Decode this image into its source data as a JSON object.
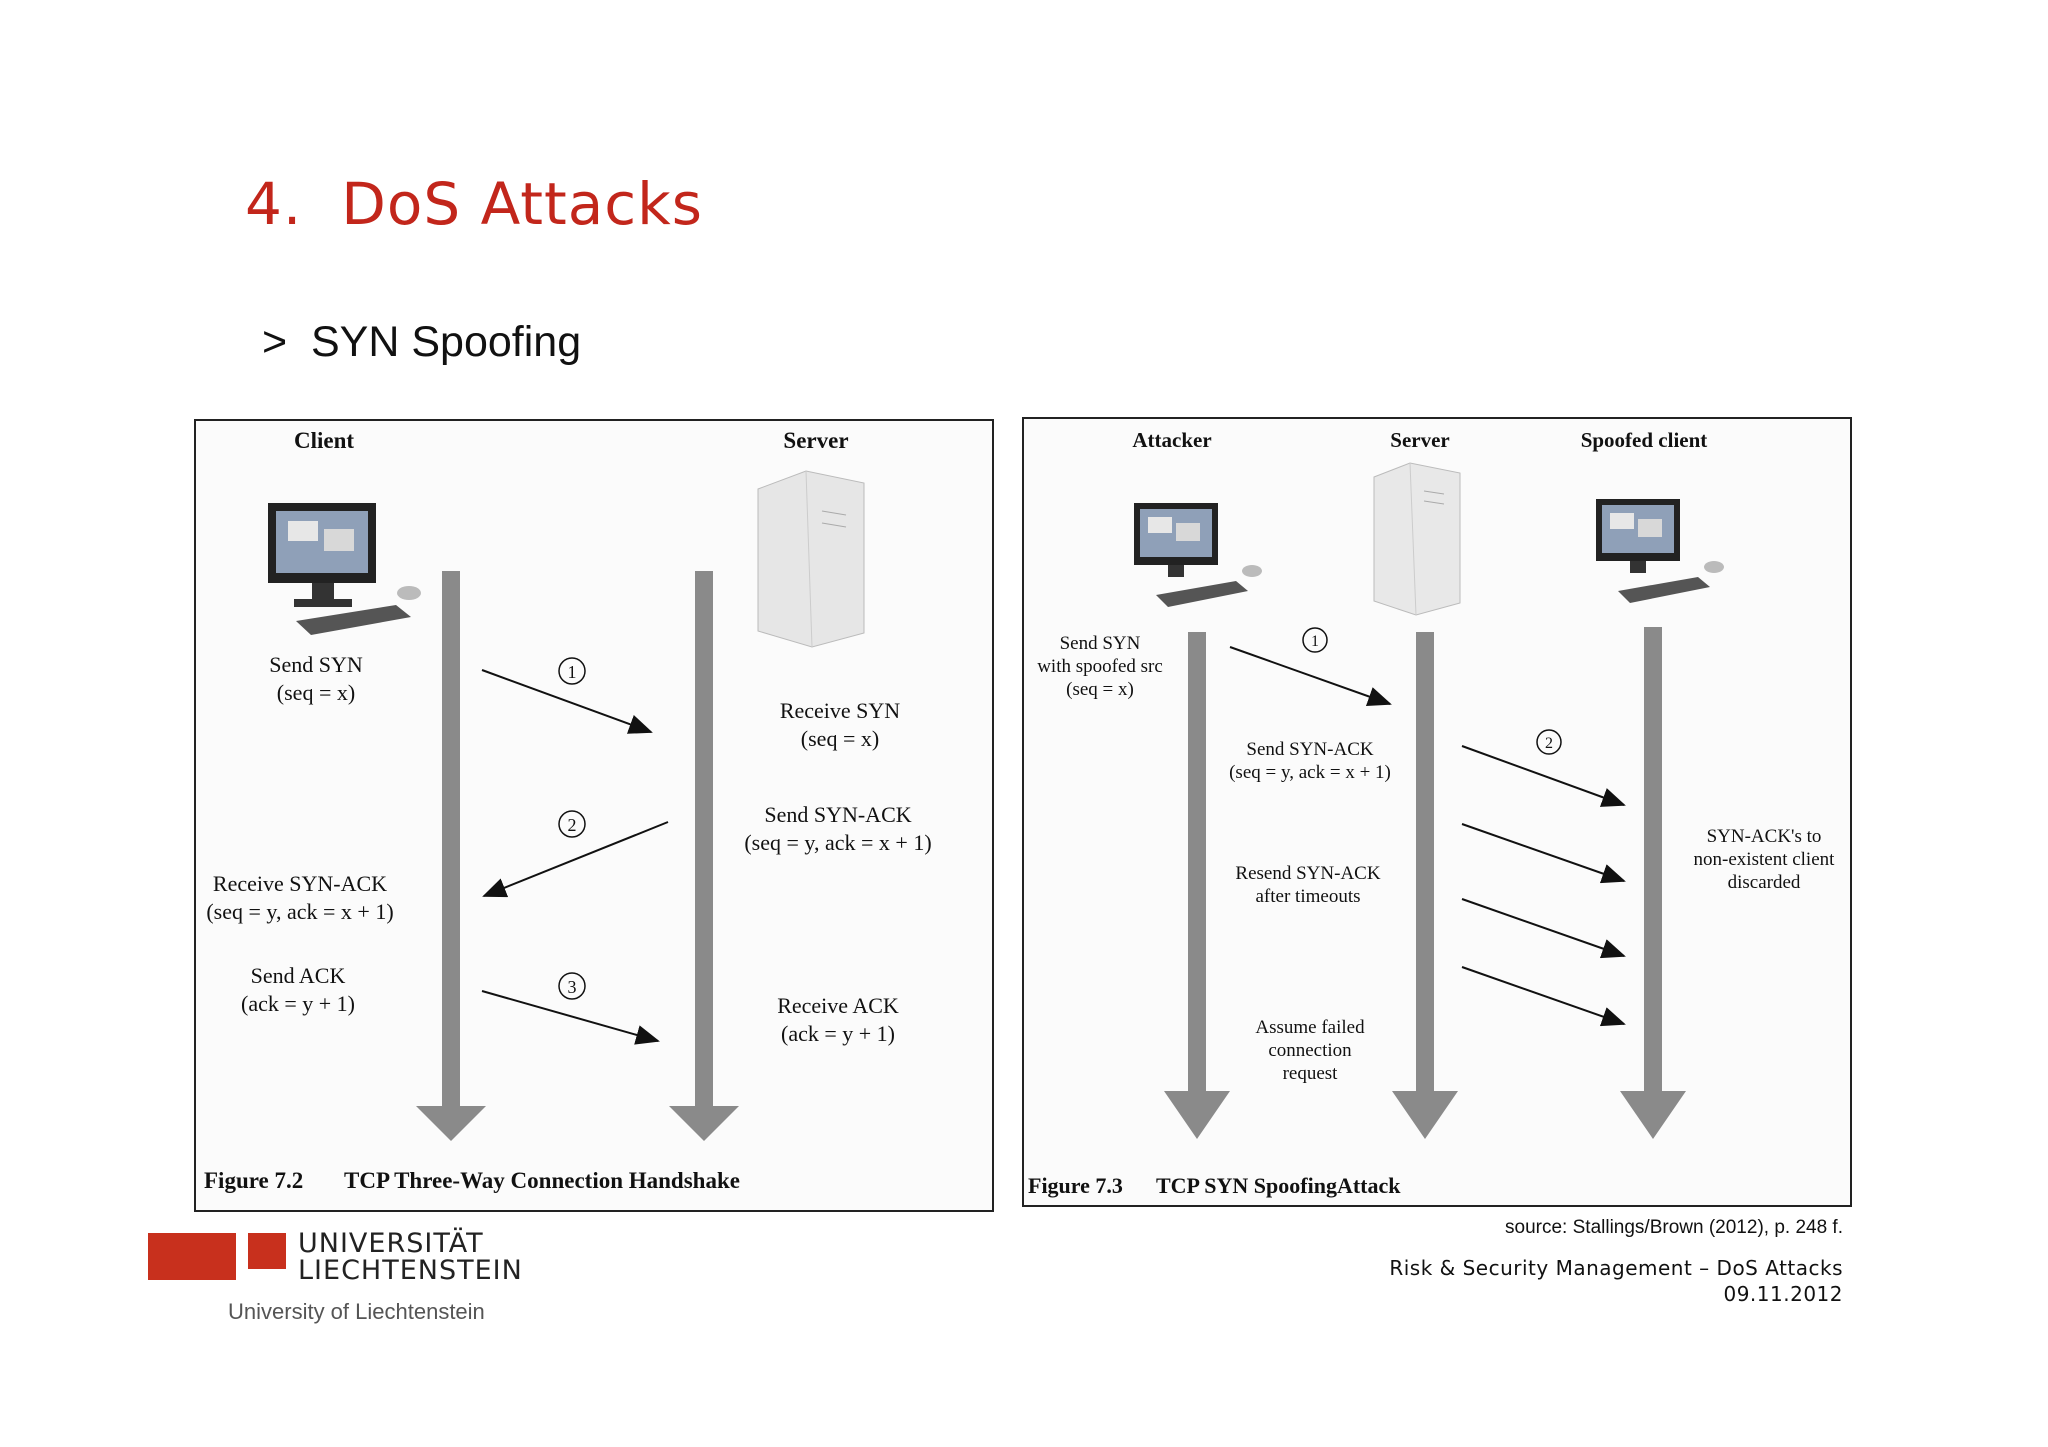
{
  "slide": {
    "title": "4.  DoS Attacks",
    "bullet": ">  SYN Spoofing"
  },
  "figure_left": {
    "client_label": "Client",
    "server_label": "Server",
    "caption_number": "Figure 7.2",
    "caption_title": "TCP Three-Way Connection Handshake",
    "steps": [
      {
        "num": "1",
        "left_line1": "Send SYN",
        "left_line2": "(seq = x)",
        "right_line1": "Receive SYN",
        "right_line2": "(seq = x)"
      },
      {
        "num": "2",
        "left_line1": "Receive SYN-ACK",
        "left_line2": "(seq = y, ack = x + 1)",
        "right_line1": "Send SYN-ACK",
        "right_line2": "(seq = y, ack = x + 1)"
      },
      {
        "num": "3",
        "left_line1": "Send ACK",
        "left_line2": "(ack = y + 1)",
        "right_line1": "Receive ACK",
        "right_line2": "(ack = y + 1)"
      }
    ]
  },
  "figure_right": {
    "attacker_label": "Attacker",
    "server_label": "Server",
    "client_label": "Spoofed client",
    "caption_number": "Figure 7.3",
    "caption_title": "TCP SYN SpoofingAttack",
    "step1": {
      "num": "1",
      "line1": "Send SYN",
      "line2": "with spoofed src",
      "line3": "(seq = x)"
    },
    "step2": {
      "num": "2",
      "line1": "Send SYN-ACK",
      "line2": "(seq = y, ack = x + 1)"
    },
    "resend": {
      "line1": "Resend SYN-ACK",
      "line2": "after timeouts"
    },
    "assume": {
      "line1": "Assume failed",
      "line2": "connection",
      "line3": "request"
    },
    "discard": {
      "line1": "SYN-ACK's to",
      "line2": "non-existent client",
      "line3": "discarded"
    }
  },
  "source": "source: Stallings/Brown (2012), p. 248 f.",
  "footer": {
    "course": "Risk & Security Management – DoS Attacks",
    "date": "09.11.2012"
  },
  "logo": {
    "line1": "UNIVERSITÄT",
    "line2": "LIECHTENSTEIN",
    "subtitle": "University of Liechtenstein"
  },
  "colors": {
    "title_red": "#c2261b",
    "logo_red": "#c8301d",
    "lifeline_gray": "#8a8a8a"
  }
}
